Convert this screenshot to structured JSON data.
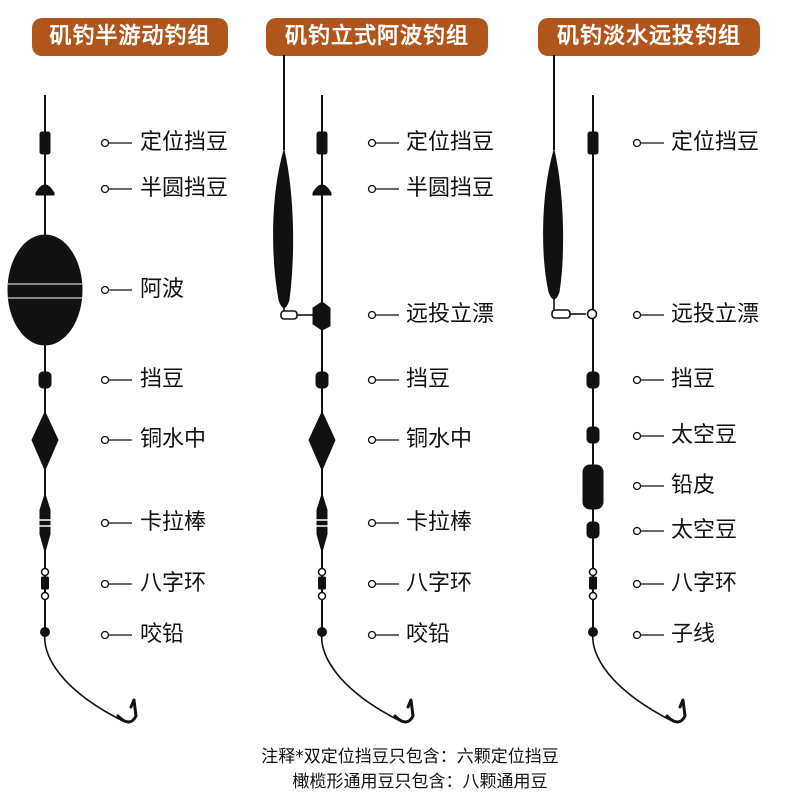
{
  "titles": [
    "矶钓半游动钓组",
    "矶钓立式阿波钓组",
    "矶钓淡水远投钓组"
  ],
  "rigs": [
    {
      "labels": [
        "定位挡豆",
        "半圆挡豆",
        "阿波",
        "挡豆",
        "铜水中",
        "卡拉棒",
        "八字环",
        "咬铅"
      ]
    },
    {
      "labels": [
        "定位挡豆",
        "半圆挡豆",
        "远投立漂",
        "挡豆",
        "铜水中",
        "卡拉棒",
        "八字环",
        "咬铅"
      ]
    },
    {
      "labels": [
        "定位挡豆",
        "远投立漂",
        "挡豆",
        "太空豆",
        "铅皮",
        "太空豆",
        "八字环",
        "子线"
      ]
    }
  ],
  "notes": [
    "注释*双定位挡豆只包含：六颗定位挡豆",
    "橄榄形通用豆只包含：八颗通用豆"
  ],
  "colors": {
    "title_bg": "#b0561c",
    "line": "#111111"
  }
}
